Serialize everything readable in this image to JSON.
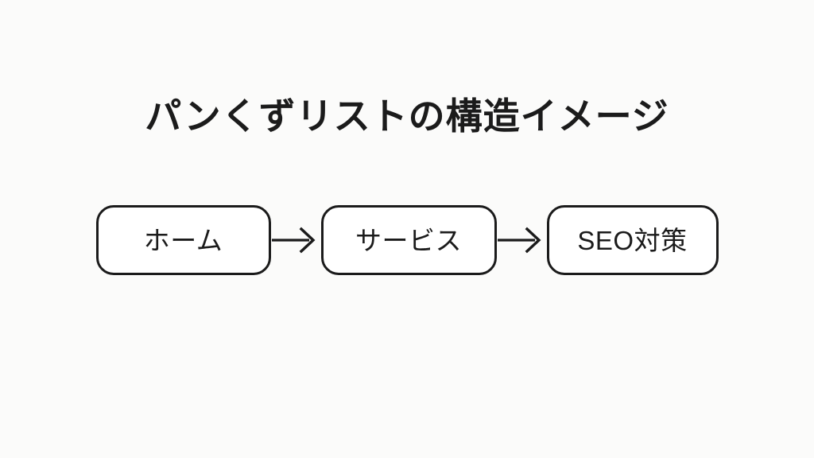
{
  "slide": {
    "background_color": "#fbfbfa",
    "ink_color": "#1b1b1b",
    "title": "パンくずリストの構造イメージ"
  },
  "breadcrumb": {
    "arrow_glyph": "→",
    "nodes": [
      {
        "label": "ホーム"
      },
      {
        "label": "サービス"
      },
      {
        "label": "SEO対策"
      }
    ],
    "connectors": [
      {
        "name": "arrow-home-to-service"
      },
      {
        "name": "arrow-service-to-seo"
      }
    ]
  }
}
